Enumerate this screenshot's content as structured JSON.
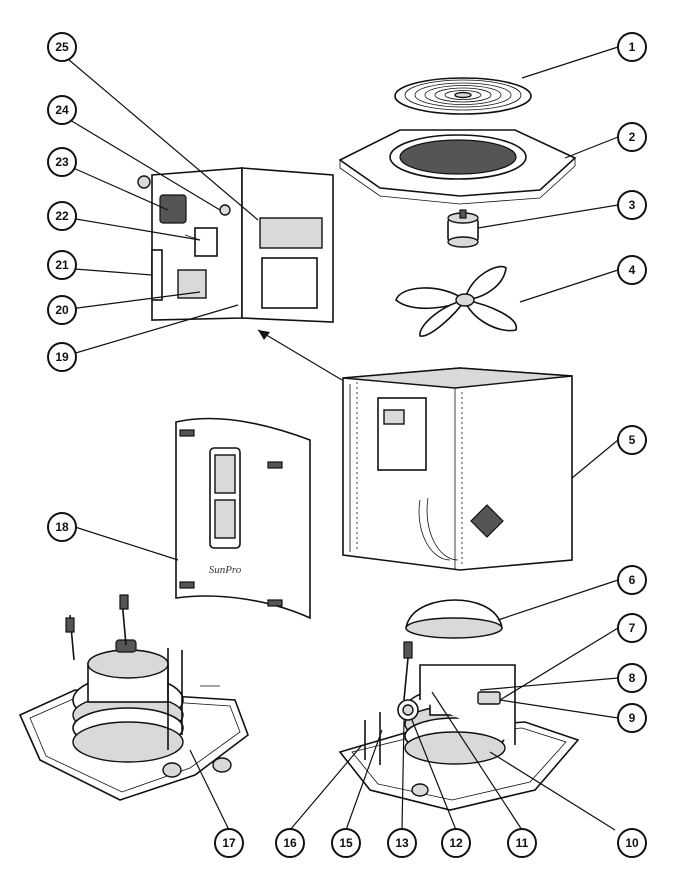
{
  "diagram": {
    "callouts": [
      {
        "id": "callout-1",
        "label": "1"
      },
      {
        "id": "callout-2",
        "label": "2"
      },
      {
        "id": "callout-3",
        "label": "3"
      },
      {
        "id": "callout-4",
        "label": "4"
      },
      {
        "id": "callout-5",
        "label": "5"
      },
      {
        "id": "callout-6",
        "label": "6"
      },
      {
        "id": "callout-7",
        "label": "7"
      },
      {
        "id": "callout-8",
        "label": "8"
      },
      {
        "id": "callout-9",
        "label": "9"
      },
      {
        "id": "callout-10",
        "label": "10"
      },
      {
        "id": "callout-11",
        "label": "11"
      },
      {
        "id": "callout-12",
        "label": "12"
      },
      {
        "id": "callout-13",
        "label": "13"
      },
      {
        "id": "callout-15",
        "label": "15"
      },
      {
        "id": "callout-16",
        "label": "16"
      },
      {
        "id": "callout-17",
        "label": "17"
      },
      {
        "id": "callout-18",
        "label": "18"
      },
      {
        "id": "callout-19",
        "label": "19"
      },
      {
        "id": "callout-20",
        "label": "20"
      },
      {
        "id": "callout-21",
        "label": "21"
      },
      {
        "id": "callout-22",
        "label": "22"
      },
      {
        "id": "callout-23",
        "label": "23"
      },
      {
        "id": "callout-24",
        "label": "24"
      },
      {
        "id": "callout-25",
        "label": "25"
      }
    ],
    "logo_text": "SunPro",
    "colors": {
      "line": "#111111",
      "fill": "#ffffff",
      "shade": "#d9d9d9"
    }
  }
}
